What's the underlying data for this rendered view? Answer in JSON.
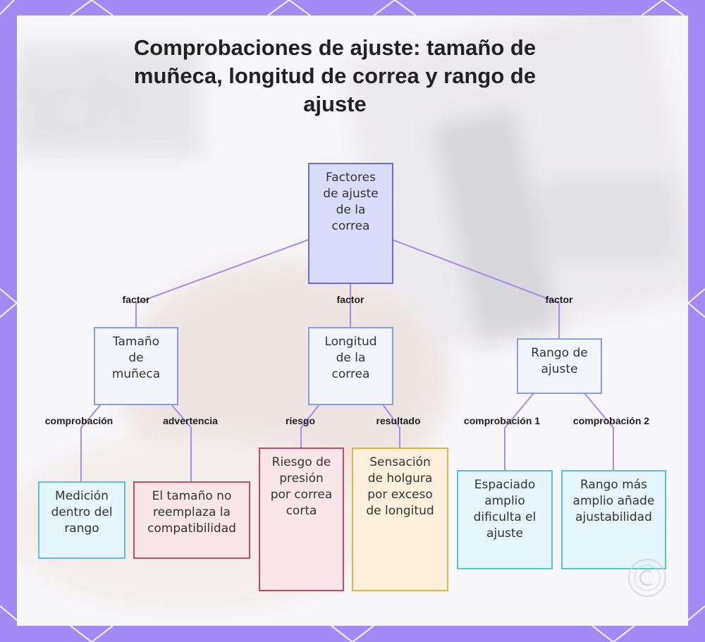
{
  "title": "Comprobaciones de ajuste: tamaño de muñeca, longitud de correa y rango de ajuste",
  "background_watermark": "tch",
  "colors": {
    "frame": "#a48af5",
    "connector": "#a78be8",
    "root_fill": "#d9dcfb",
    "root_border": "#6a6fd8",
    "info_border": "#56c3d6",
    "warning_border": "#c84a5c",
    "result_border": "#e8b142"
  },
  "nodes": {
    "root": "Factores de ajuste de la correa",
    "wrist_size": "Tamaño de muñeca",
    "strap_length": "Longitud de la correa",
    "adjust_range": "Rango de ajuste",
    "measure_in_range": "Medición dentro del rango",
    "size_not_replace": "El tamaño no reemplaza la compatibilidad",
    "pressure_risk": "Riesgo de presión por correa corta",
    "loose_feeling": "Sensación de holgura por exceso de longitud",
    "wide_spacing": "Espaciado amplio dificulta el ajuste",
    "wider_range": "Rango más amplio añade ajustabilidad"
  },
  "edge_labels": {
    "factor_left": "factor",
    "factor_center": "factor",
    "factor_right": "factor",
    "check": "comprobación",
    "warning": "advertencia",
    "risk": "riesgo",
    "result": "resultado",
    "check_1": "comprobación 1",
    "check_2": "comprobación 2"
  }
}
